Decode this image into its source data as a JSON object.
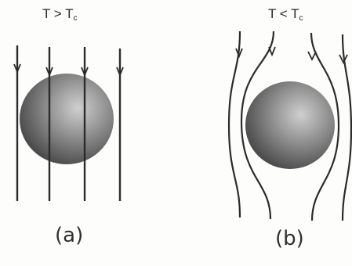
{
  "panels": [
    {
      "id": "a",
      "label": "(a)",
      "condition": {
        "prefix": "T > T",
        "subscript": "c"
      },
      "field": "field lines pass straight through the sphere"
    },
    {
      "id": "b",
      "label": "(b)",
      "condition": {
        "prefix": "T < T",
        "subscript": "c"
      },
      "field": "field lines bend around and are excluded from the sphere"
    }
  ],
  "colors": {
    "line": "#2b2b2b",
    "sphere_highlight": "#c9c9c9",
    "sphere_mid": "#8c8c8c",
    "sphere_shadow": "#4a4a4a",
    "background": "#fdfdfc"
  }
}
